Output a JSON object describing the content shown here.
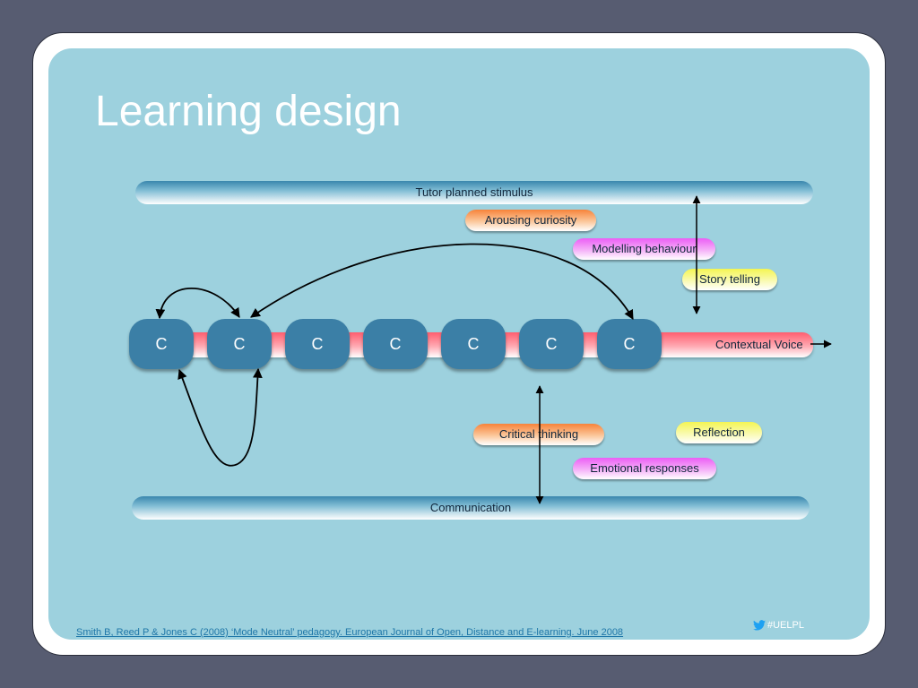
{
  "slide": {
    "title": "Learning design",
    "top_band_label": "Tutor planned stimulus",
    "bottom_band_label": "Communication",
    "voice_label": "Contextual Voice",
    "nodes": [
      "C",
      "C",
      "C",
      "C",
      "C",
      "C",
      "C"
    ],
    "pills": {
      "arousing_curiosity": "Arousing curiosity",
      "modelling_behaviour": "Modelling behaviour",
      "story_telling": "Story telling",
      "critical_thinking": "Critical thinking",
      "reflection": "Reflection",
      "emotional_responses": "Emotional responses"
    },
    "citation": "Smith B, Reed P & Jones C (2008)  ‘Mode Neutral’ pedagogy. European Journal of Open, Distance and E-learning. June 2008",
    "hashtag": "#UELPL"
  },
  "colors": {
    "background": "#575c71",
    "slide": "#9dd1de",
    "node": "#3b7fa6",
    "voice_band": "#ff5e6f",
    "orange_pill": "#f7833a",
    "magenta_pill": "#ec5ef5",
    "yellow_pill": "#f4f552",
    "link": "#1f77a8"
  },
  "icons": [
    "twitter-bird-icon"
  ]
}
